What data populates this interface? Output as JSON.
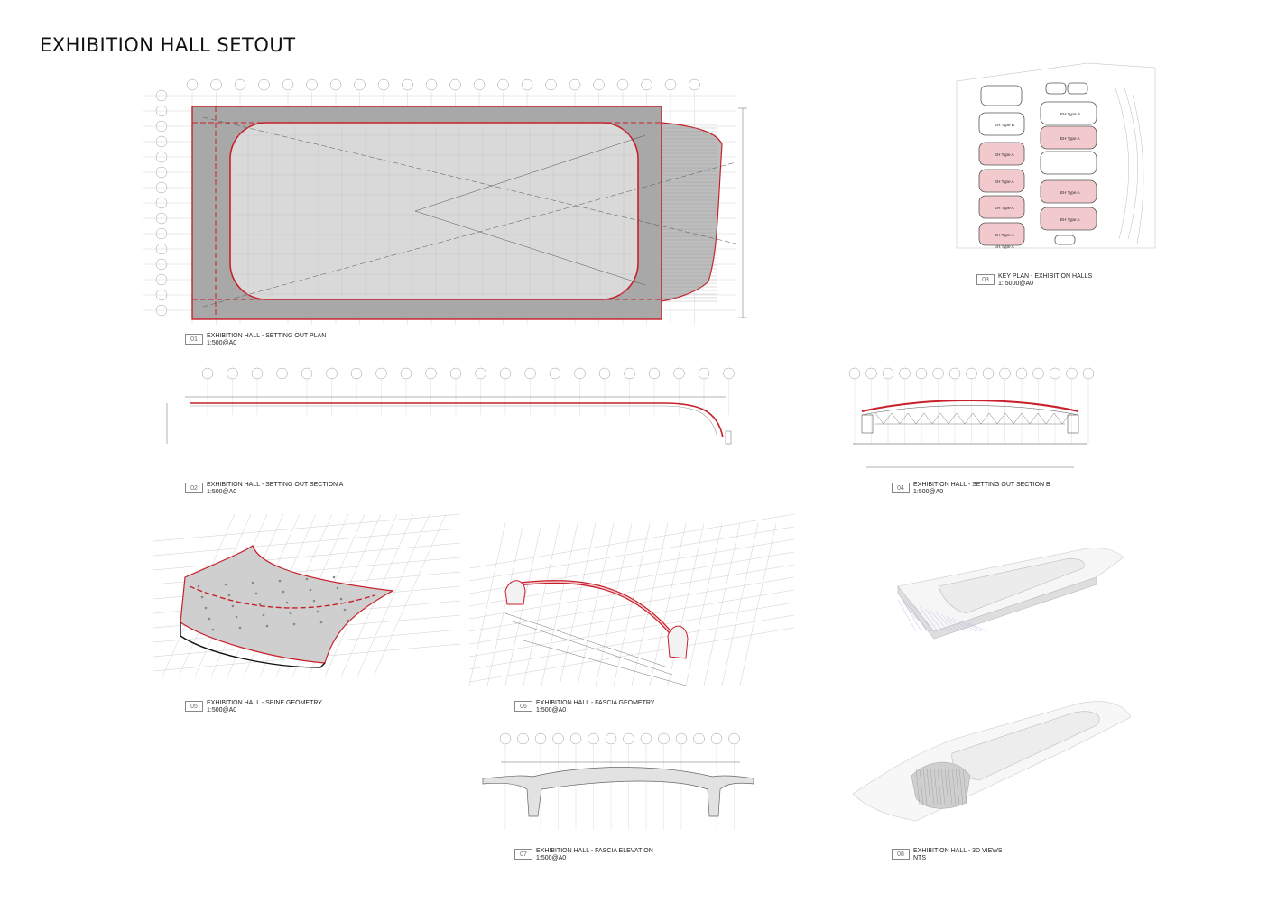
{
  "sheet": {
    "title": "EXHIBITION HALL SETOUT"
  },
  "drawings": [
    {
      "num": "01",
      "title": "EXHIBITION HALL - SETTING OUT PLAN",
      "scale": "1:500@A0"
    },
    {
      "num": "02",
      "title": "EXHIBITION HALL - SETTING OUT SECTION A",
      "scale": "1:500@A0"
    },
    {
      "num": "03",
      "title": "KEY PLAN - EXHIBITION HALLS",
      "scale": "1: 5000@A0"
    },
    {
      "num": "04",
      "title": "EXHIBITION HALL - SETTING OUT SECTION B",
      "scale": "1:500@A0"
    },
    {
      "num": "05",
      "title": "EXHIBITION HALL - SPINE GEOMETRY",
      "scale": "1:500@A0"
    },
    {
      "num": "06",
      "title": "EXHIBITION HALL - FASCIA GEOMETRY",
      "scale": "1:500@A0"
    },
    {
      "num": "07",
      "title": "EXHIBITION HALL - FASCIA ELEVATION",
      "scale": "1:500@A0"
    },
    {
      "num": "08",
      "title": "EXHIBITION HALL - 3D VIEWS",
      "scale": "NTS"
    }
  ],
  "key_plan": {
    "hall_labels": [
      "EH Type B",
      "EH Type B",
      "EH Type A",
      "EH Type A",
      "EH Type A",
      "EH Type A",
      "EH Type A",
      "EH Type A",
      "EH Type A",
      "EH Type A"
    ]
  },
  "colors": {
    "accent_red": "#c8202a",
    "roof_grey": "#9a9a9a",
    "line_grey": "#bdbdbd",
    "pink_fill": "#f2c9cc"
  }
}
